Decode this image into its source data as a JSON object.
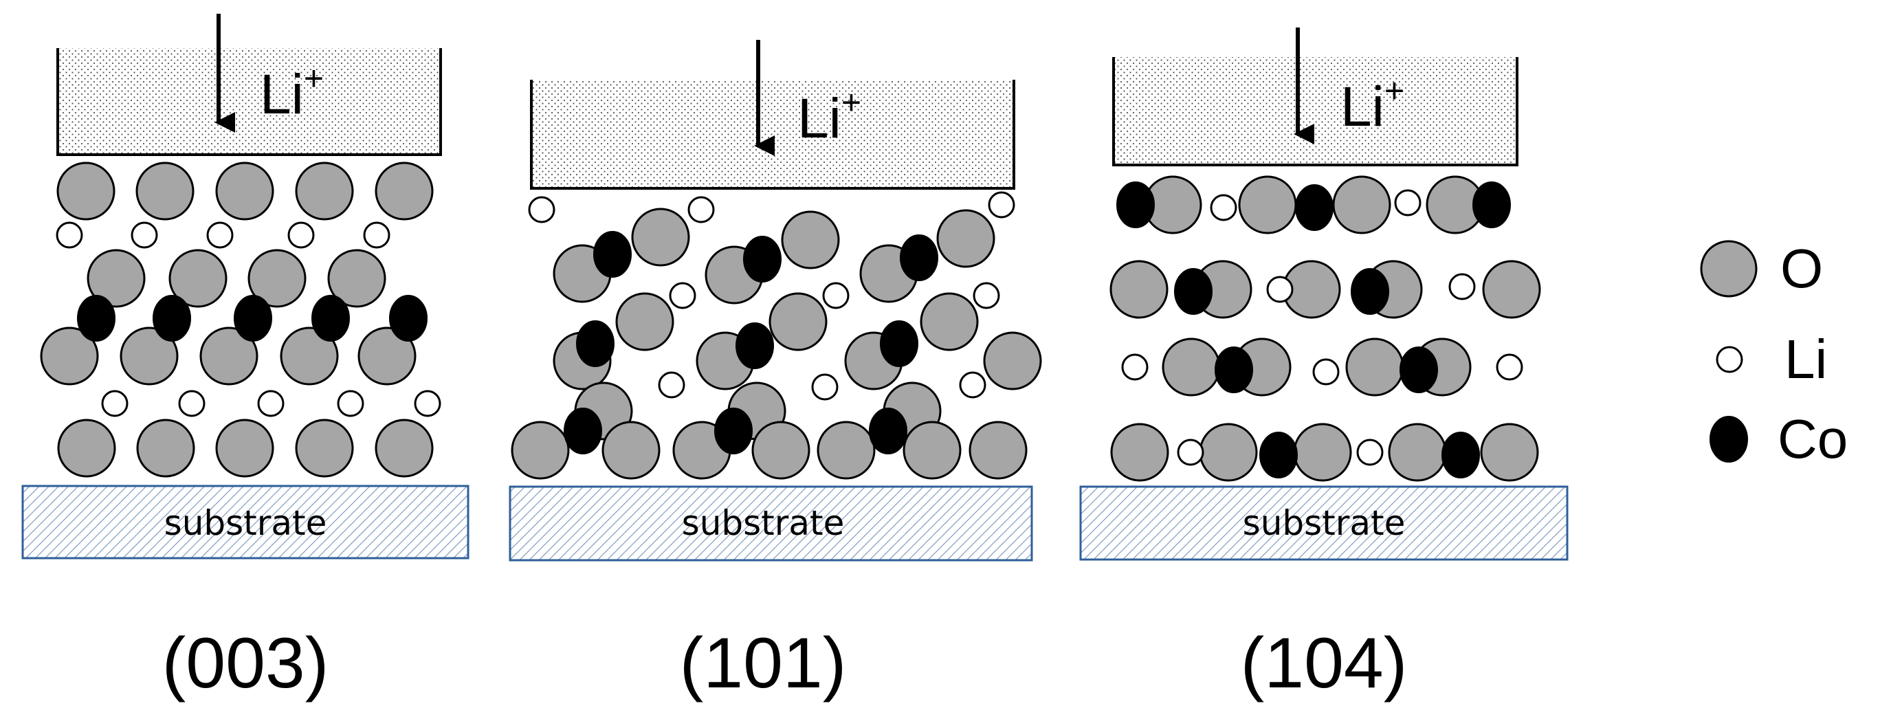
{
  "colors": {
    "oxygen": "#a6a6a6",
    "lithium": "#ffffff",
    "cobalt": "#000000",
    "outline": "#000000"
  },
  "ion_label": "Li",
  "ion_charge": "+",
  "panels": [
    {
      "orientation": "(003)",
      "substrate": "substrate"
    },
    {
      "orientation": "(101)",
      "substrate": "substrate"
    },
    {
      "orientation": "(104)",
      "substrate": "substrate"
    }
  ],
  "legend": [
    {
      "label": "O",
      "icon": "oxygen-atom-icon"
    },
    {
      "label": "Li",
      "icon": "lithium-atom-icon"
    },
    {
      "label": "Co",
      "icon": "cobalt-atom-icon"
    }
  ]
}
